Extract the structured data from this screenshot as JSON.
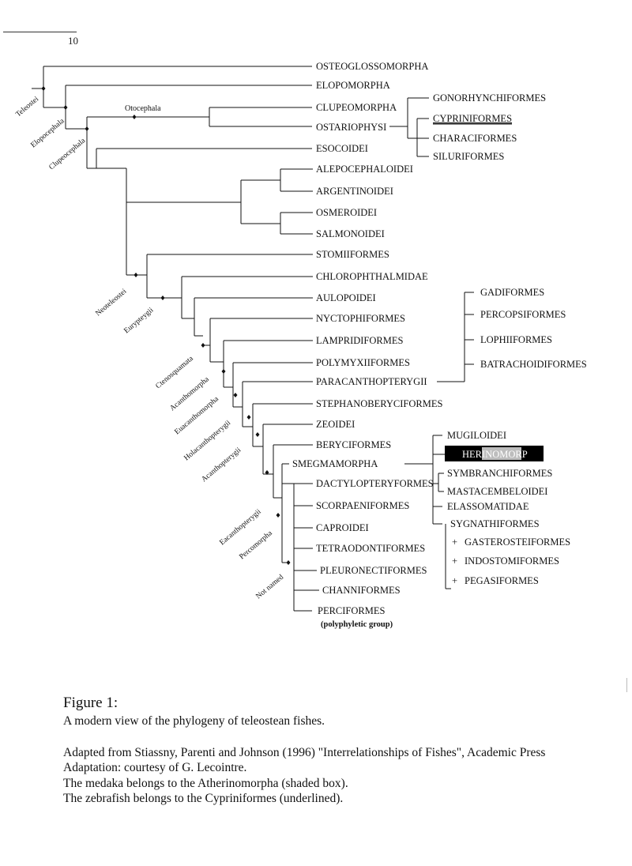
{
  "page_number": "10",
  "taxa": {
    "osteoglossomorpha": "OSTEOGLOSSOMORPHA",
    "elopomorpha": "ELOPOMORPHA",
    "clupeomorpha": "CLUPEOMORPHA",
    "ostariophysi": "OSTARIOPHYSI",
    "gonorhynchiformes": "GONORHYNCHIFORMES",
    "cypriniformes": "CYPRINIFORMES",
    "characiformes": "CHARACIFORMES",
    "siluriformes": "SILURIFORMES",
    "esocoidei": "ESOCOIDEI",
    "alepocephaloidei": "ALEPOCEPHALOIDEI",
    "argentinoidei": "ARGENTINOIDEI",
    "osmeroidei": "OSMEROIDEI",
    "salmonoidei": "SALMONOIDEI",
    "stomiiformes": "STOMIIFORMES",
    "chlorophthalmidae": "CHLOROPHTHALMIDAE",
    "aulopoidei": "AULOPOIDEI",
    "nyctophiformes": "NYCTOPHIFORMES",
    "lampridiformes": "LAMPRIDIFORMES",
    "polymyxiiformes": "POLYMYXIIFORMES",
    "paracanthopterygii": "PARACANTHOPTERYGII",
    "gadiformes": "GADIFORMES",
    "percopsiformes": "PERCOPSIFORMES",
    "lophiiformes": "LOPHIIFORMES",
    "batrachoidiformes": "BATRACHOIDIFORMES",
    "stephanoberyciformes": "STEPHANOBERYCIFORMES",
    "zeoidei": "ZEOIDEI",
    "beryciformes": "BERYCIFORMES",
    "smegmamorpha": "SMEGMAMORPHA",
    "mugiloidei": "MUGILOIDEI",
    "atherinomorpha": "HERINOMORP",
    "synbranchiformes": "SYMBRANCHIFORMES",
    "mastacembeloidei": "MASTACEMBELOIDEI",
    "elassomatidae": "ELASSOMATIDAE",
    "syngnathiformes": "SYGNATHIFORMES",
    "gasterosteiformes": "GASTEROSTEIFORMES",
    "indostomiformes": "INDOSTOMIFORMES",
    "pegasiformes": "PEGASIFORMES",
    "dactylopteryformes": "DACTYLOPTERYFORMES",
    "scorpaeniformes": "SCORPAENIFORMES",
    "caproidei": "CAPROIDEI",
    "tetraodontiformes": "TETRAODONTIFORMES",
    "pleuronectiformes": "PLEURONECTIFORMES",
    "channiformes": "CHANNIFORMES",
    "perciformes": "PERCIFORMES",
    "perciformes_note": "(polyphyletic group)"
  },
  "subgroup_marker": "+",
  "node_labels": {
    "otocephala": "Otocephala",
    "teleostei": "Teleostei",
    "elopocephala": "Elopocephala",
    "clupeocephala": "Clupeocephala",
    "neoteleostei": "Neoteleostei",
    "eurypterygii": "Eurypteygii",
    "ctenosquamata": "Ctenosquamata",
    "acanthomorpha": "Acanthomorpha",
    "euacanthomorpha": "Euacanthomorpha",
    "holacanthopterygii": "Holacanthopterygii",
    "acanthopterygii": "Acanthopterygii",
    "eacanthopterygii": "Eacanthopterygii",
    "percomorpha": "Percomorpha",
    "not_named": "Not named"
  },
  "highlights": {
    "zebrafish_group": "cypriniformes",
    "medaka_group": "atherinomorpha",
    "shade_color": "#000000",
    "line_color": "#111111"
  },
  "caption": {
    "title": "Figure 1:",
    "subtitle": "A modern view of the phylogeny of teleostean fishes.",
    "line1": "Adapted from Stiassny, Parenti and Johnson (1996) \"Interrelationships of Fishes\", Academic Press",
    "line2": "Adaptation: courtesy of G. Lecointre.",
    "line3": "The medaka belongs to the Atherinomorpha (shaded box).",
    "line4": "The zebrafish belongs to the Cypriniformes (underlined)."
  }
}
